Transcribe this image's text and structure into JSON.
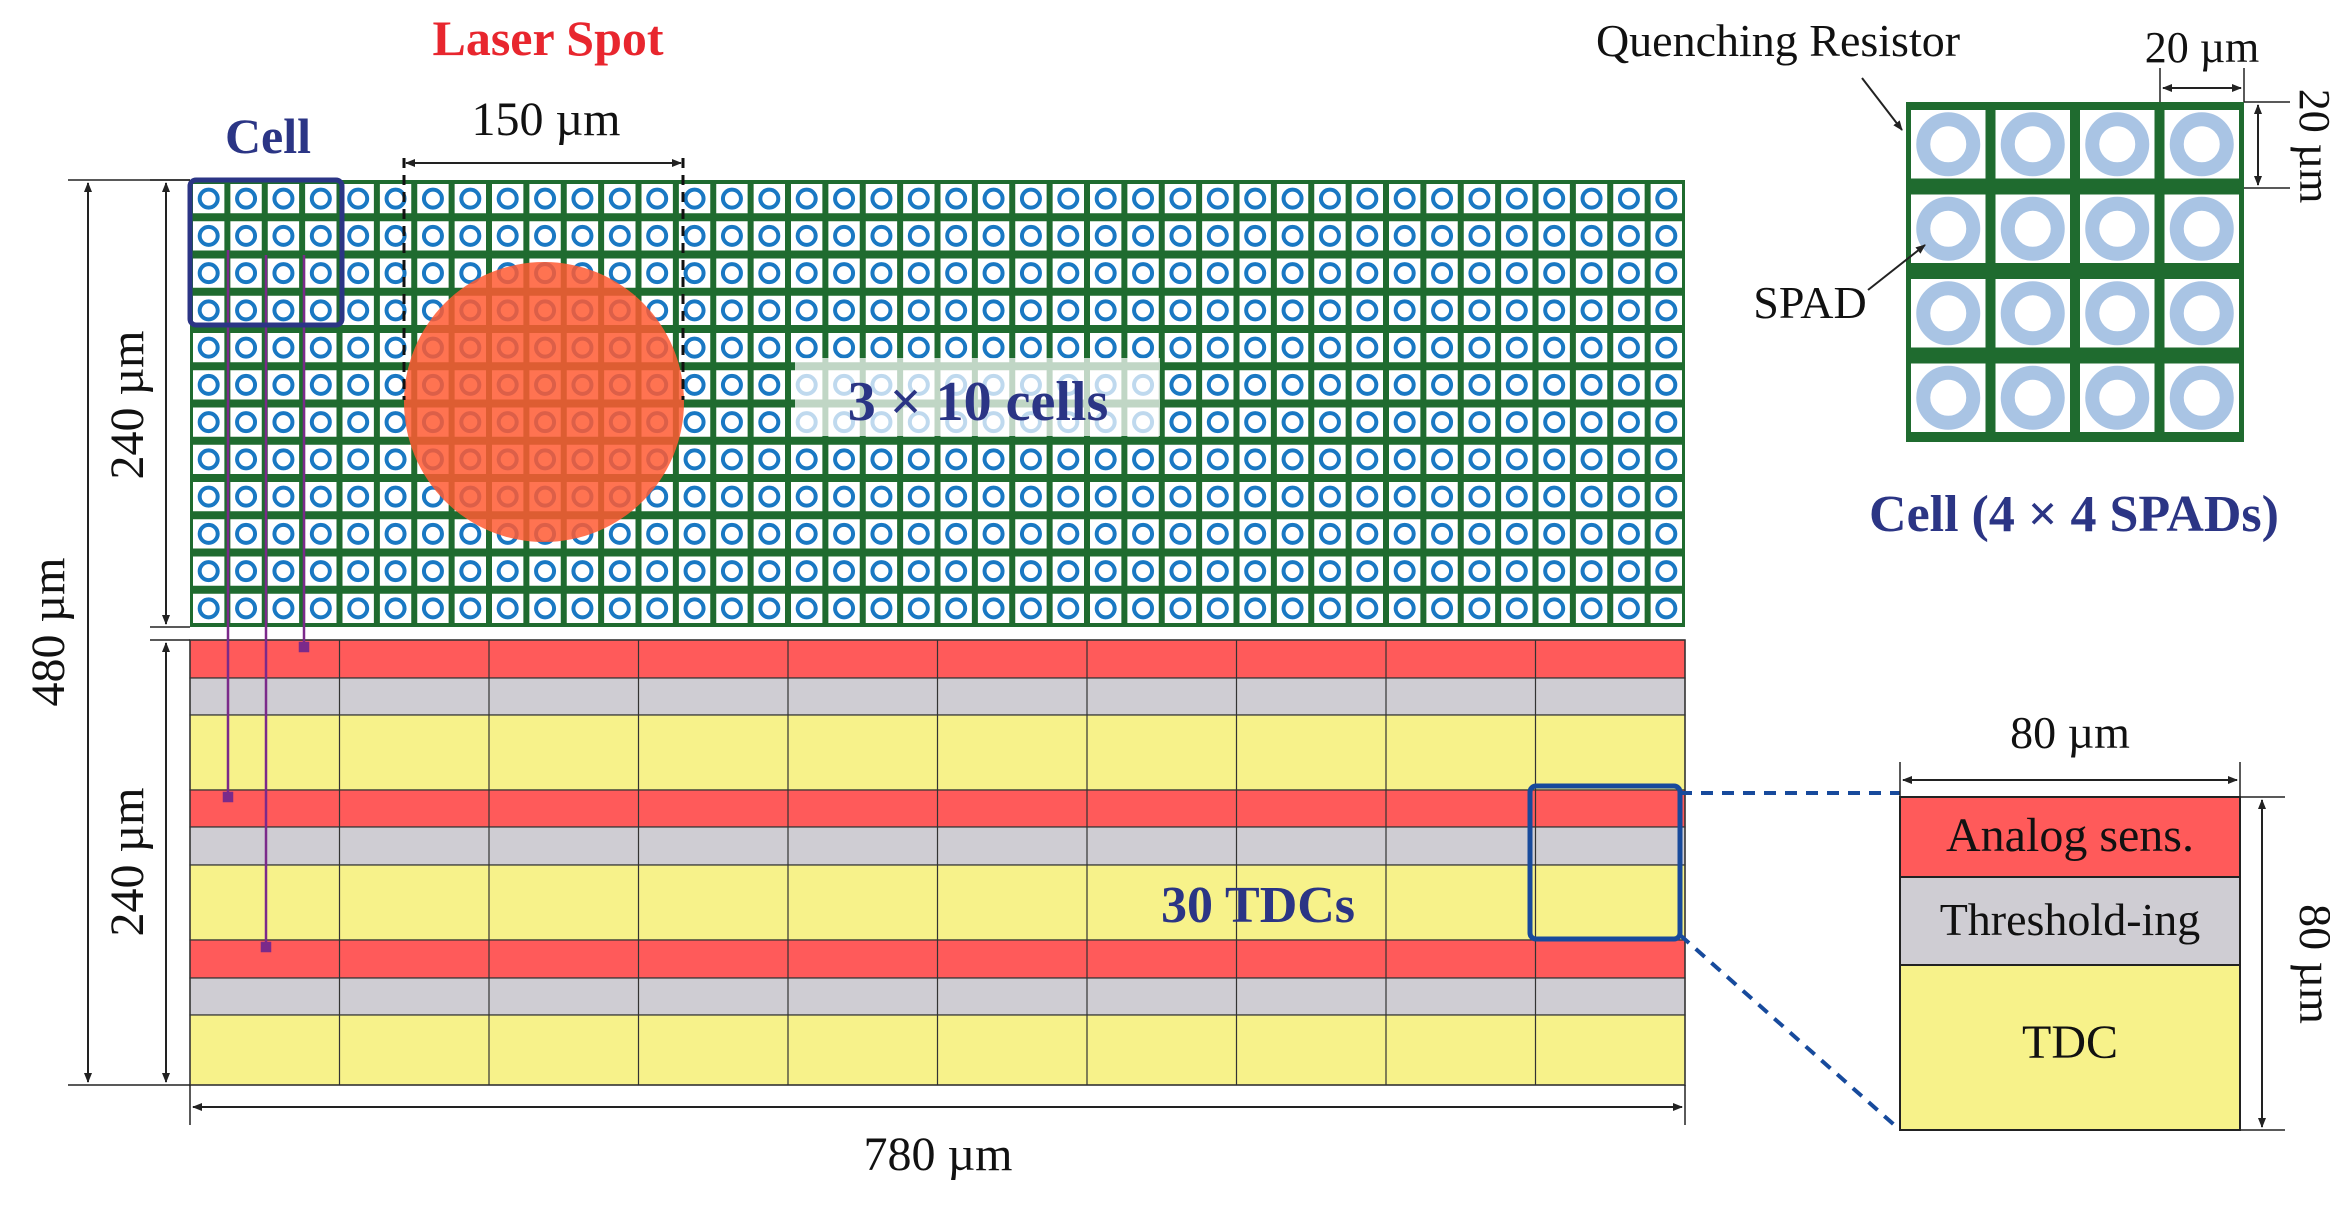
{
  "labels": {
    "laser_spot": "Laser Spot",
    "cell": "Cell",
    "spot_width": "150 µm",
    "spad_array_height": "240 µm",
    "total_height": "480 µm",
    "tdc_array_height": "240 µm",
    "array_width": "780 µm",
    "cells_count": "3 × 10 cells",
    "tdcs_count": "30 TDCs",
    "quenching_resistor": "Quenching Resistor",
    "spad_pitch_x": "20 µm",
    "spad_pitch_y": "20 µm",
    "spad": "SPAD",
    "cell_caption": "Cell (4 × 4 SPADs)",
    "tdc_width": "80 µm",
    "tdc_height": "80 µm",
    "analog_sens": "Analog sens.",
    "thresholding": "Threshold-ing",
    "tdc": "TDC"
  },
  "array": {
    "spad_columns": 40,
    "spad_rows": 12,
    "tdc_columns": 10,
    "tdc_rows": 3
  },
  "colors": {
    "laser_red": "#e8262e",
    "navy": "#2b3585",
    "grid_green": "#1f6b2f",
    "spad_blue": "#1978c3",
    "spad_light_blue": "#a9c4e4",
    "analog_red": "#ff5a5a",
    "threshold_gray": "#cfcdd3",
    "tdc_yellow": "#f7f28a",
    "laser_spot_fill": "#ff5a33",
    "box_blue": "#174a9c",
    "wire_purple": "#7b2a8a"
  }
}
